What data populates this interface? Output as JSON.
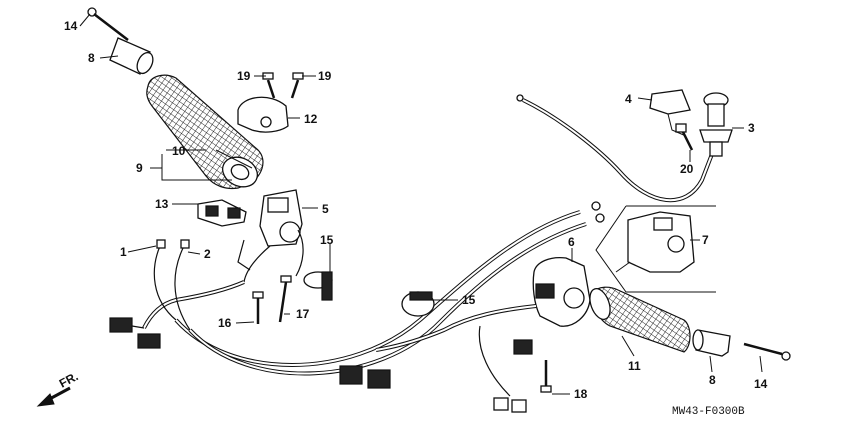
{
  "diagram": {
    "callouts": [
      {
        "id": "c14a",
        "text": "14"
      },
      {
        "id": "c8a",
        "text": "8"
      },
      {
        "id": "c19a",
        "text": "19"
      },
      {
        "id": "c19b",
        "text": "19"
      },
      {
        "id": "c12",
        "text": "12"
      },
      {
        "id": "c10",
        "text": "10"
      },
      {
        "id": "c9",
        "text": "9"
      },
      {
        "id": "c13",
        "text": "13"
      },
      {
        "id": "c5",
        "text": "5"
      },
      {
        "id": "c1",
        "text": "1"
      },
      {
        "id": "c2",
        "text": "2"
      },
      {
        "id": "c15a",
        "text": "15"
      },
      {
        "id": "c16",
        "text": "16"
      },
      {
        "id": "c17",
        "text": "17"
      },
      {
        "id": "c4",
        "text": "4"
      },
      {
        "id": "c3",
        "text": "3"
      },
      {
        "id": "c20",
        "text": "20"
      },
      {
        "id": "c7",
        "text": "7"
      },
      {
        "id": "c6",
        "text": "6"
      },
      {
        "id": "c15b",
        "text": "15"
      },
      {
        "id": "c11",
        "text": "11"
      },
      {
        "id": "c8b",
        "text": "8"
      },
      {
        "id": "c14b",
        "text": "14"
      },
      {
        "id": "c18",
        "text": "18"
      }
    ],
    "front_arrow_label": "FR.",
    "drawing_code": "MW43-F0300B"
  }
}
